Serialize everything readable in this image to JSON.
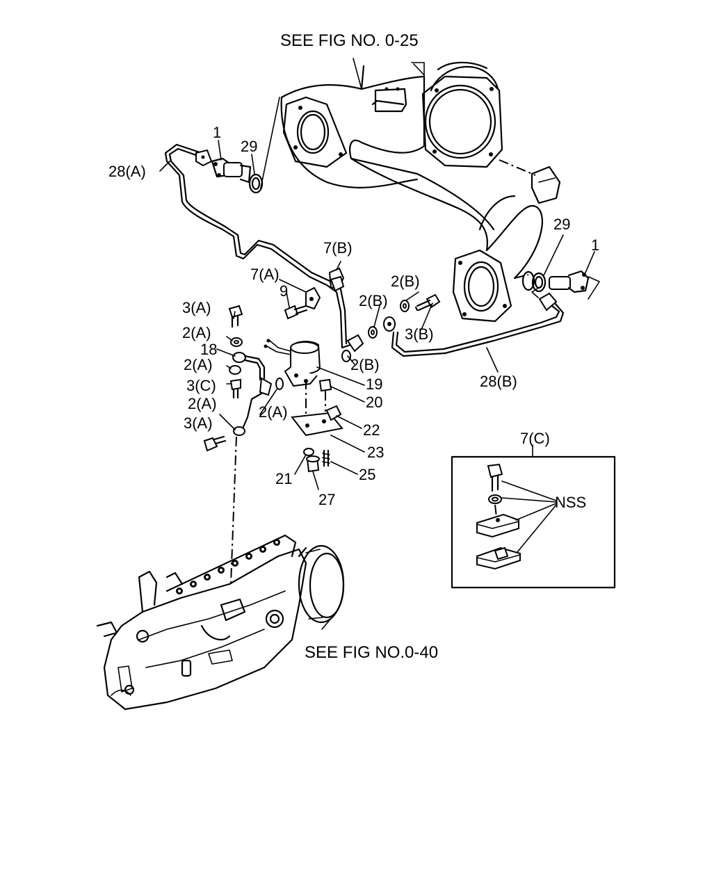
{
  "references": {
    "top": "SEE FIG NO. 0-25",
    "bottom": "SEE FIG NO.0-40"
  },
  "callouts": {
    "c1_left": "1",
    "c1_right": "1",
    "c29_left": "29",
    "c29_right": "29",
    "c28a": "28(A)",
    "c28b": "28(B)",
    "c7b": "7(B)",
    "c7a": "7(A)",
    "c9": "9",
    "c3a_top": "3(A)",
    "c2a_1": "2(A)",
    "c18": "18",
    "c2a_2": "2(A)",
    "c3c": "3(C)",
    "c2a_3": "2(A)",
    "c2a_4": "2(A)",
    "c3a_bottom": "3(A)",
    "c2b_1": "2(B)",
    "c2b_2": "2(B)",
    "c3b": "3(B)",
    "c2b_3": "2(B)",
    "c19": "19",
    "c20": "20",
    "c22": "22",
    "c23": "23",
    "c25": "25",
    "c21": "21",
    "c27": "27"
  },
  "inset": {
    "title": "7(C)",
    "note": "NSS"
  }
}
